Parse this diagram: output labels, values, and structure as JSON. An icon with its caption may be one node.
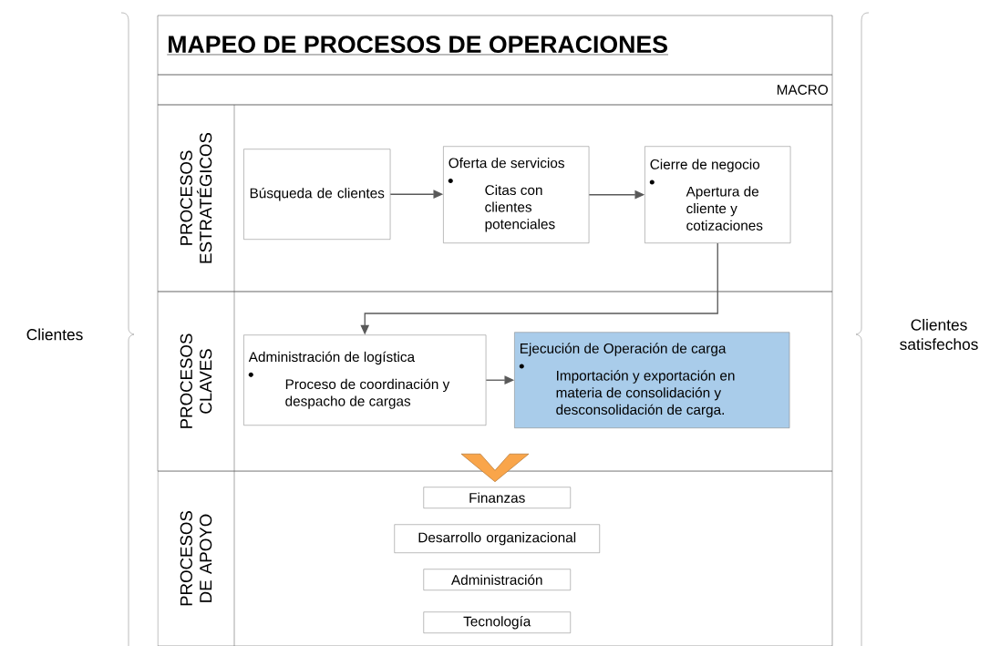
{
  "diagram": {
    "title": "MAPEO DE PROCESOS DE OPERACIONES",
    "nodes": [
      {
        "text": [
          "MACRO"
        ]
      },
      {
        "text": [
          "PROCESOS ESTRATÉGICOS"
        ]
      },
      {
        "text": [
          "Búsqueda de clientes"
        ],
        "in": 1
      },
      {
        "text": [
          "Oferta de servicios",
          "Citas con clientes potenciales"
        ],
        "in": 1
      },
      {
        "text": [
          "Cierre de negocio",
          "Apertura de cliente y cotizaciones"
        ],
        "in": 1
      },
      {
        "text": [
          "PROCESOS CLAVES"
        ]
      },
      {
        "text": [
          "Administración de logística",
          "Proceso de coordinación y despacho de cargas"
        ],
        "in": 5
      },
      {
        "text": [
          "Ejecución de Operación de carga",
          "Importación y exportación en materia de consolidación y desconsolidación de carga."
        ],
        "in": 5
      },
      {
        "text": [
          "PROCESOS DE APOYO"
        ]
      },
      {
        "text": [
          "Finanzas"
        ],
        "in": 8
      },
      {
        "text": [
          "Desarrollo organizacional"
        ],
        "in": 8
      },
      {
        "text": [
          "Administración"
        ],
        "in": 8
      },
      {
        "text": [
          "Tecnología"
        ],
        "in": 8
      }
    ],
    "edges": [
      {
        "from": 2,
        "to": 3,
        "arrow": "to"
      },
      {
        "from": 3,
        "to": 4,
        "arrow": "to"
      },
      {
        "from": 4,
        "to": 6,
        "arrow": "to"
      },
      {
        "from": 6,
        "to": 7,
        "arrow": "to"
      },
      {
        "from": 5,
        "to": 8,
        "arrow": "to",
        "style": "thick",
        "color": "#f9a54a"
      }
    ],
    "labels": [
      "Clientes",
      "Clientes satisfechos"
    ]
  }
}
